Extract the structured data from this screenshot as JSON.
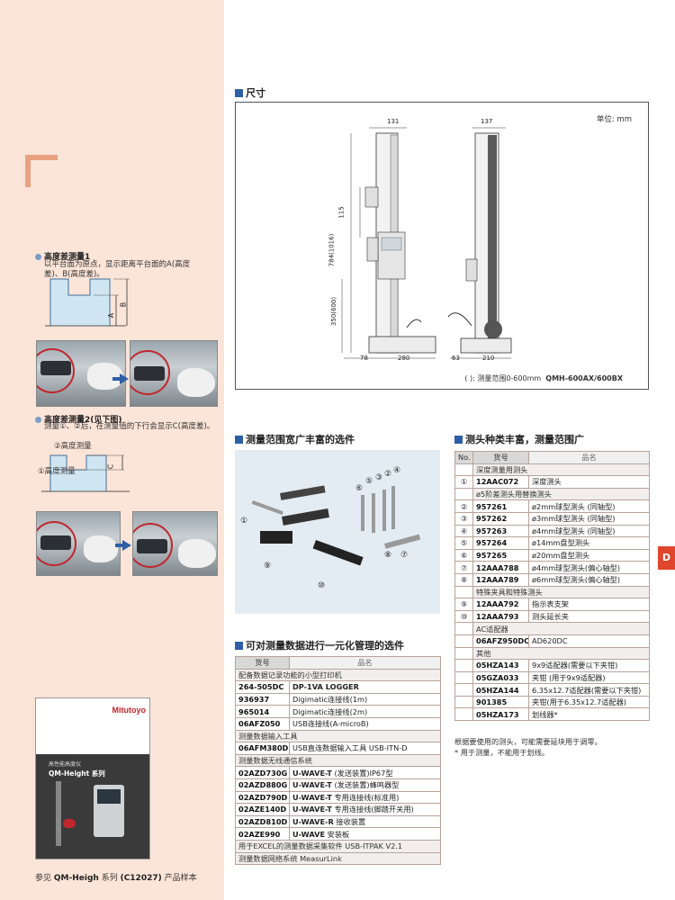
{
  "left": {
    "item1": {
      "title": "高度差测量1",
      "text_l1": "以平台面为原点，显示距离平台面的A(高度",
      "text_l2": "差)、B(高度差)。",
      "label_a": "A",
      "label_b": "B"
    },
    "item2": {
      "title": "高度差测量2(见下图)",
      "text_l1": "测量①、②后，在测量值的下行会显示C(高度差)。",
      "label_2": "②高度测量",
      "label_1": "①高度测量",
      "label_c": "C"
    },
    "reference": {
      "pre": "参见",
      "series": "QM-Heigh",
      "mid": "系列",
      "code": "(C12027)",
      "post": "产品样本"
    },
    "book": {
      "brand": "Mitutoyo",
      "subtitle": "高性能高度仪",
      "title": "QM-Height 系列"
    }
  },
  "dimensions": {
    "title": "尺寸",
    "unit": "单位: mm",
    "labels": {
      "w131": "131",
      "w137": "137",
      "h115": "115",
      "h784": "784(1016)",
      "h350": "350(600)",
      "b78": "78",
      "b280": "280",
      "b63": "63",
      "b210": "210"
    },
    "note_pre": "( ): 测量范围0-600mm",
    "note_model": "QMH-600AX/600BX"
  },
  "accessories_photo": {
    "title": "测量范围宽广丰富的选件",
    "callouts": [
      "①",
      "②",
      "③",
      "④",
      "⑤",
      "⑥",
      "⑦",
      "⑧",
      "⑨",
      "⑩"
    ]
  },
  "data_table": {
    "title": "可对测量数据进行一元化管理的选件",
    "headers": [
      "货号",
      "品名"
    ],
    "rows": [
      {
        "group": "配备数据记录功能的小型打印机"
      },
      {
        "code": "264-505DC",
        "name_b": "DP-1VA LOGGER",
        "name": ""
      },
      {
        "code": "936937",
        "name_b": "",
        "name": "Digimatic连接线(1m)"
      },
      {
        "code": "965014",
        "name_b": "",
        "name": "Digimatic连接线(2m)"
      },
      {
        "code": "06AFZ050",
        "name_b": "",
        "name": "USB连接线(A-microB)"
      },
      {
        "group": "测量数据输入工具"
      },
      {
        "code": "06AFM380D",
        "name_b": "",
        "name": "USB直连数据输入工具 USB-ITN-D"
      },
      {
        "group": "测量数据无线通信系统"
      },
      {
        "code": "02AZD730G",
        "name_b": "U-WAVE-T",
        "name": "(发送装置)IP67型"
      },
      {
        "code": "02AZD880G",
        "name_b": "U-WAVE-T",
        "name": "(发送装置)蜂鸣器型"
      },
      {
        "code": "02AZD790D",
        "name_b": "U-WAVE-T",
        "name": "专用连接线(标准用)"
      },
      {
        "code": "02AZE140D",
        "name_b": "U-WAVE-T",
        "name": "专用连接线(脚踏开关用)"
      },
      {
        "code": "02AZD810D",
        "name_b": "U-WAVE-R",
        "name": "接收装置"
      },
      {
        "code": "02AZE990",
        "name_b": "U-WAVE",
        "name": "安装板"
      },
      {
        "group": "用于EXCEL的测量数据采集软件 USB-ITPAK V2.1"
      },
      {
        "group": "测量数据网络系统 MeasurLink"
      }
    ]
  },
  "probe_table": {
    "title": "测头种类丰富，测量范围广",
    "headers": [
      "No.",
      "货号",
      "品名"
    ],
    "rows": [
      {
        "group": "深度测量用测头"
      },
      {
        "no": "①",
        "code": "12AAC072",
        "name": "深度测头"
      },
      {
        "group": "ø5阶差测头用替换测头"
      },
      {
        "no": "②",
        "code": "957261",
        "name": "ø2mm球型测头 (同轴型)"
      },
      {
        "no": "③",
        "code": "957262",
        "name": "ø3mm球型测头 (同轴型)"
      },
      {
        "no": "④",
        "code": "957263",
        "name": "ø4mm球型测头 (同轴型)"
      },
      {
        "no": "⑤",
        "code": "957264",
        "name": "ø14mm盘型测头"
      },
      {
        "no": "⑥",
        "code": "957265",
        "name": "ø20mm盘型测头"
      },
      {
        "no": "⑦",
        "code": "12AAA788",
        "name": "ø4mm球型测头(偏心轴型)"
      },
      {
        "no": "⑧",
        "code": "12AAA789",
        "name": "ø6mm球型测头(偏心轴型)"
      },
      {
        "group": "特殊夹具和特殊测头"
      },
      {
        "no": "⑨",
        "code": "12AAA792",
        "name": "指示表支架"
      },
      {
        "no": "⑩",
        "code": "12AAA793",
        "name": "测头延长夹"
      },
      {
        "group": "AC适配器"
      },
      {
        "no": "",
        "code": "06AFZ950DC",
        "name": "AD620DC"
      },
      {
        "group": "其他"
      },
      {
        "no": "",
        "code": "05HZA143",
        "name": "9x9适配器(需要以下夹钳)"
      },
      {
        "no": "",
        "code": "05GZA033",
        "name": "夹钳 (用于9x9适配器)"
      },
      {
        "no": "",
        "code": "05HZA144",
        "name": "6.35x12.7适配器(需要以下夹钳)"
      },
      {
        "no": "",
        "code": "901385",
        "name": "夹钳(用于6.35x12.7适配器)"
      },
      {
        "no": "",
        "code": "05HZA173",
        "name": "划线器*"
      }
    ],
    "note1": "根据要使用的测头，可能需要延块用于调零。",
    "note2": "* 用于测量，不能用于划线。"
  },
  "side_tab": "D",
  "colors": {
    "accent": "#2d5fa6",
    "side_tab": "#e0452d",
    "left_bg": "#fbe4d8",
    "corner": "#e8a27f"
  }
}
